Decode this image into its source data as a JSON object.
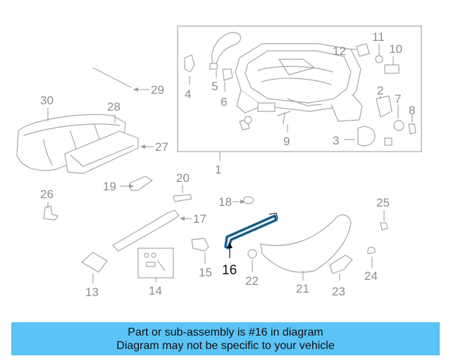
{
  "diagram": {
    "callouts": [
      "1",
      "2",
      "3",
      "4",
      "5",
      "6",
      "7",
      "8",
      "9",
      "10",
      "11",
      "12",
      "13",
      "14",
      "15",
      "16",
      "17",
      "18",
      "19",
      "20",
      "21",
      "22",
      "23",
      "24",
      "25",
      "26",
      "27",
      "28",
      "29",
      "30"
    ],
    "highlighted_part": "16",
    "highlight_color": "#3d8fc9"
  },
  "banner": {
    "line1": "Part or sub-assembly is #16 in diagram",
    "line2": "Diagram may not be specific to your vehicle",
    "background": "#5bc3f5"
  }
}
